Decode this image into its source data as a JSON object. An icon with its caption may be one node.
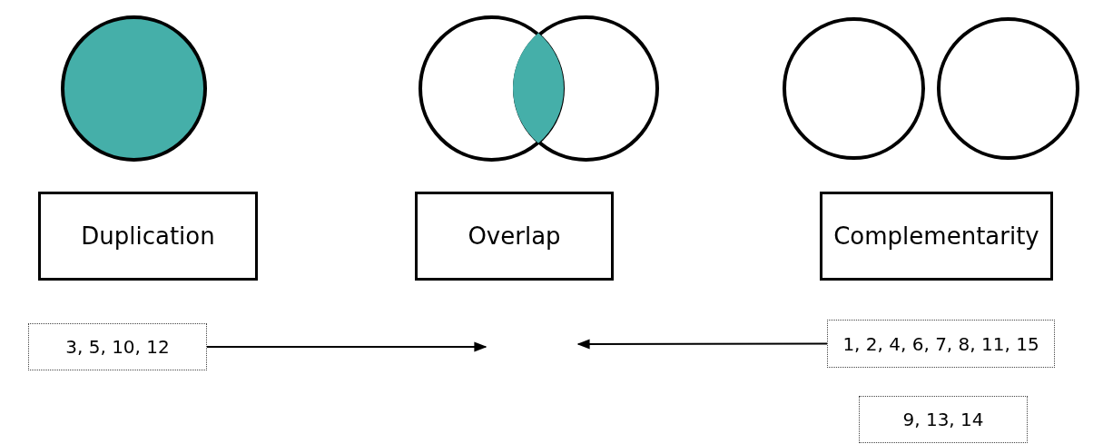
{
  "diagram": {
    "nodes": [
      {
        "text": [],
        "shape": "circle"
      },
      {
        "text": [],
        "shape": "circle"
      },
      {
        "text": [],
        "shape": "circle"
      },
      {
        "text": [],
        "shape": "circle"
      },
      {
        "text": [],
        "shape": "circle"
      },
      {
        "text": [
          "Duplication"
        ]
      },
      {
        "text": [
          "Overlap"
        ]
      },
      {
        "text": [
          "Complementarity"
        ]
      },
      {
        "text": [
          "3, 5, 10, 12"
        ]
      },
      {
        "text": [
          "1, 2, 4, 6, 7, 8, 11, 15"
        ]
      },
      {
        "text": [
          "9, 13, 14"
        ]
      }
    ],
    "edges": [
      {
        "from": 8,
        "to": null,
        "arrow": "to"
      },
      {
        "from": 9,
        "to": null,
        "arrow": "to"
      }
    ]
  }
}
